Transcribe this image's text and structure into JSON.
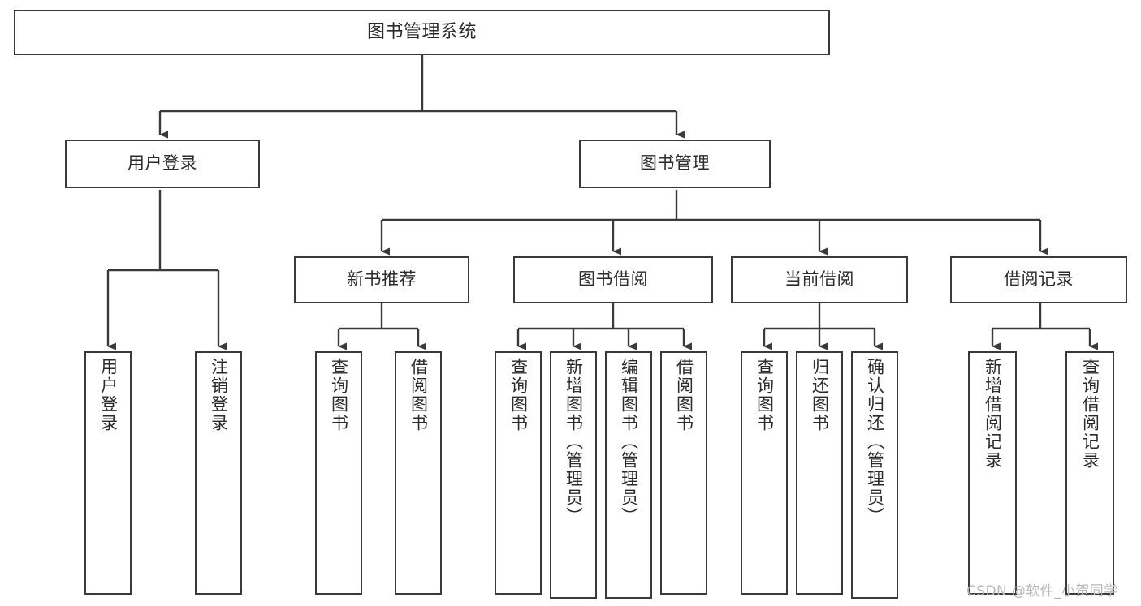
{
  "diagram": {
    "title": "图书管理系统",
    "type": "tree-hierarchy",
    "orientation": "top-down",
    "colors": {
      "background": "#ffffff",
      "box_border": "#3a3a3a",
      "box_fill": "#ffffff",
      "connector": "#3a3a3a",
      "text": "#2b2b2b",
      "watermark": "#b9b9b9"
    },
    "root": {
      "label": "图书管理系统"
    },
    "level2": [
      {
        "label": "用户登录"
      },
      {
        "label": "图书管理"
      }
    ],
    "level3": [
      {
        "label": "新书推荐"
      },
      {
        "label": "图书借阅"
      },
      {
        "label": "当前借阅"
      },
      {
        "label": "借阅记录"
      }
    ],
    "leaves": {
      "user_login": [
        {
          "label": "用户登录"
        },
        {
          "label": "注销登录"
        }
      ],
      "new_book_recommend": [
        {
          "label": "查询图书"
        },
        {
          "label": "借阅图书"
        }
      ],
      "book_borrow": [
        {
          "label": "查询图书"
        },
        {
          "label": "新增图书（管理员）"
        },
        {
          "label": "编辑图书（管理员）"
        },
        {
          "label": "借阅图书"
        }
      ],
      "current_borrow": [
        {
          "label": "查询图书"
        },
        {
          "label": "归还图书"
        },
        {
          "label": "确认归还（管理员）"
        }
      ],
      "borrow_record": [
        {
          "label": "新增借阅记录"
        },
        {
          "label": "查询借阅记录"
        }
      ]
    },
    "watermark": "CSDN @软件_小贺同学"
  }
}
